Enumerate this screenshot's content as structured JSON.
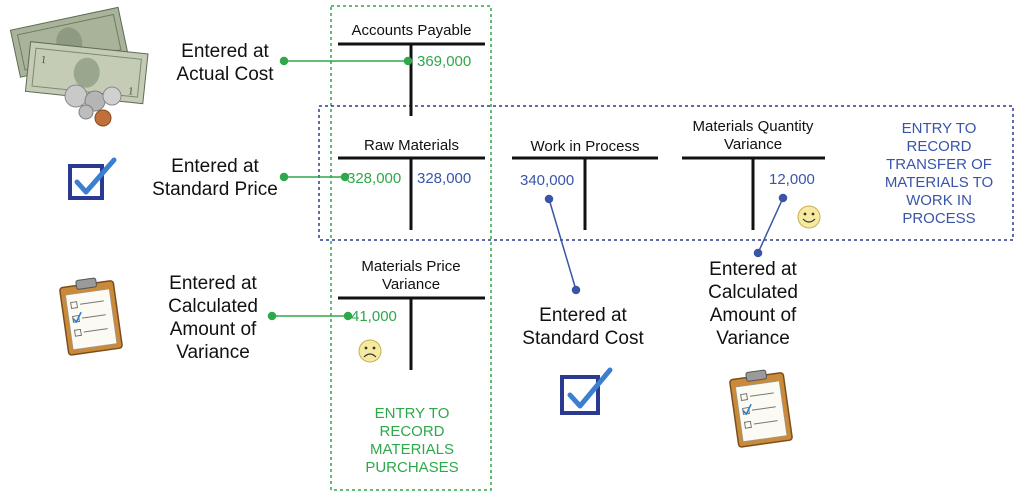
{
  "colors": {
    "green": "#2ea84a",
    "blue": "#3a55a8",
    "navy": "#2b3990",
    "text": "#111111"
  },
  "labels": {
    "actual_cost": [
      "Entered at",
      "Actual Cost"
    ],
    "standard_price": [
      "Entered at",
      "Standard Price"
    ],
    "variance_left": [
      "Entered at",
      "Calculated",
      "Amount of",
      "Variance"
    ],
    "standard_cost": [
      "Entered at",
      "Standard Cost"
    ],
    "variance_right": [
      "Entered at",
      "Calculated",
      "Amount of",
      "Variance"
    ]
  },
  "accounts": {
    "accounts_payable": {
      "name": [
        "Accounts Payable"
      ],
      "credit": "369,000"
    },
    "raw_materials": {
      "name": [
        "Raw Materials"
      ],
      "debit": "328,000",
      "credit": "328,000"
    },
    "work_in_process": {
      "name": [
        "Work in Process"
      ],
      "debit": "340,000"
    },
    "materials_quantity_variance": {
      "name": [
        "Materials Quantity",
        "Variance"
      ],
      "credit": "12,000"
    },
    "materials_price_variance": {
      "name": [
        "Materials Price",
        "Variance"
      ],
      "debit": "41,000"
    }
  },
  "entries": {
    "transfer": [
      "ENTRY TO",
      "RECORD",
      "TRANSFER OF",
      "MATERIALS TO",
      "WORK IN",
      "PROCESS"
    ],
    "purchases": [
      "ENTRY TO",
      "RECORD",
      "MATERIALS",
      "PURCHASES"
    ]
  },
  "icons": [
    "money-icon",
    "checkbox-icon",
    "clipboard-icon",
    "smiley-happy-icon",
    "smiley-sad-icon"
  ]
}
